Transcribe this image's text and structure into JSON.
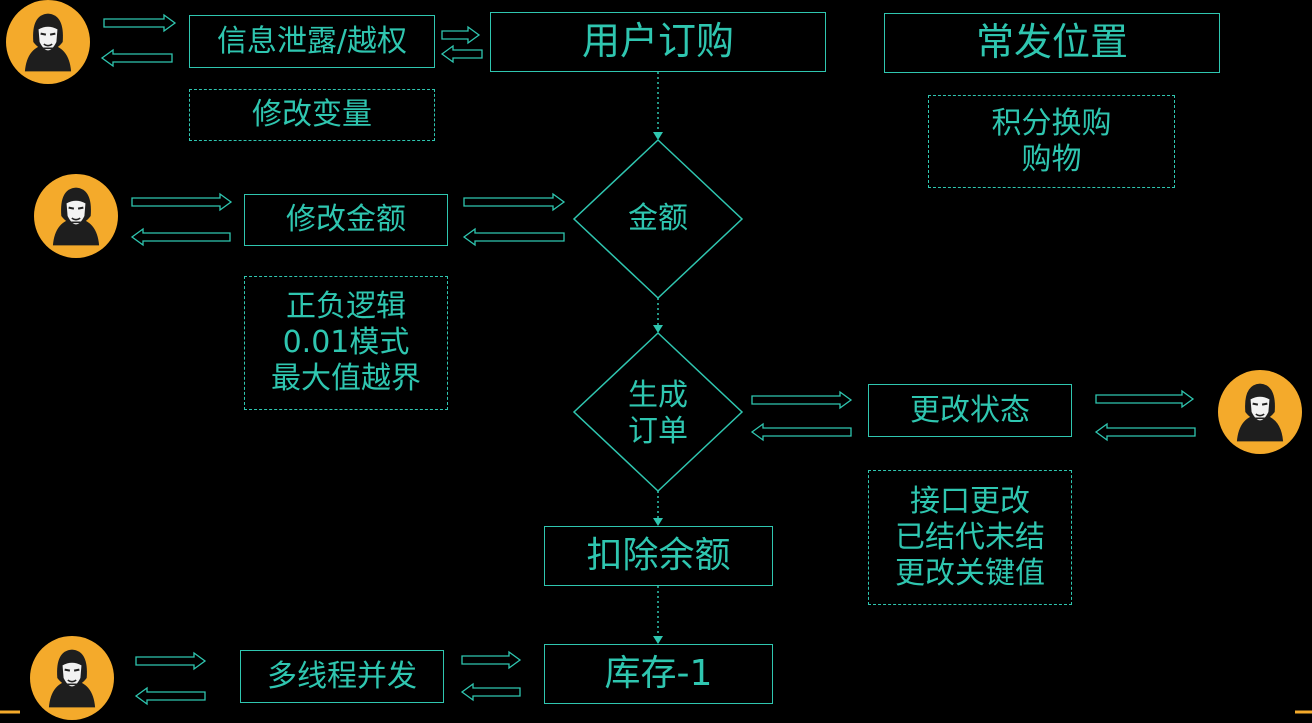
{
  "colors": {
    "line": "#2fc6b0",
    "background": "#000000",
    "avatar": "#f4aa2b"
  },
  "icons": {
    "attacker": "anonymous-hacker-icon"
  },
  "nodes": {
    "leak": "信息泄露/越权",
    "modify_var": "修改变量",
    "purchase": "用户订购",
    "common_location": "常发位置",
    "points_exchange": [
      "积分换购",
      "购物"
    ],
    "modify_amount": "修改金额",
    "amount": "金额",
    "amount_notes": [
      "正负逻辑",
      "0.01模式",
      "最大值越界"
    ],
    "create_order": [
      "生成",
      "订单"
    ],
    "change_status": "更改状态",
    "status_notes": [
      "接口更改",
      "已结代未结",
      "更改关键值"
    ],
    "deduct_balance": "扣除余额",
    "concurrency": "多线程并发",
    "stock": "库存-1"
  }
}
